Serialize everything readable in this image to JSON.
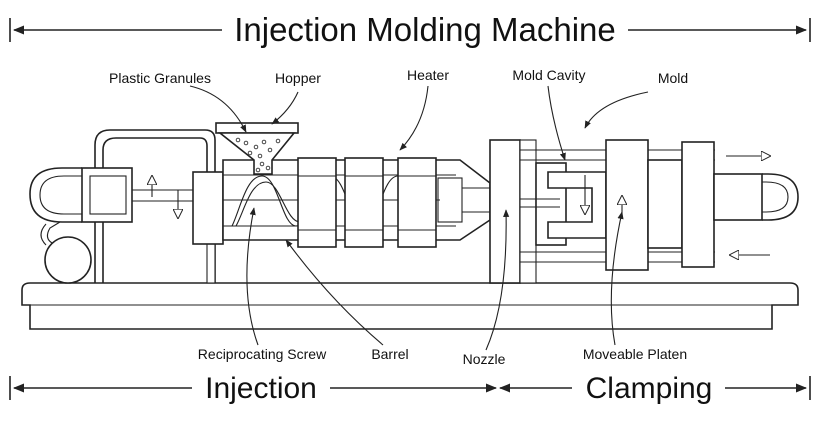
{
  "title": "Injection Molding Machine",
  "sections": {
    "left": "Injection",
    "right": "Clamping"
  },
  "labels": {
    "plastic_granules": "Plastic Granules",
    "hopper": "Hopper",
    "heater": "Heater",
    "mold_cavity": "Mold Cavity",
    "mold": "Mold",
    "reciprocating_screw": "Reciprocating Screw",
    "barrel": "Barrel",
    "nozzle": "Nozzle",
    "moveable_platen": "Moveable Platen"
  }
}
